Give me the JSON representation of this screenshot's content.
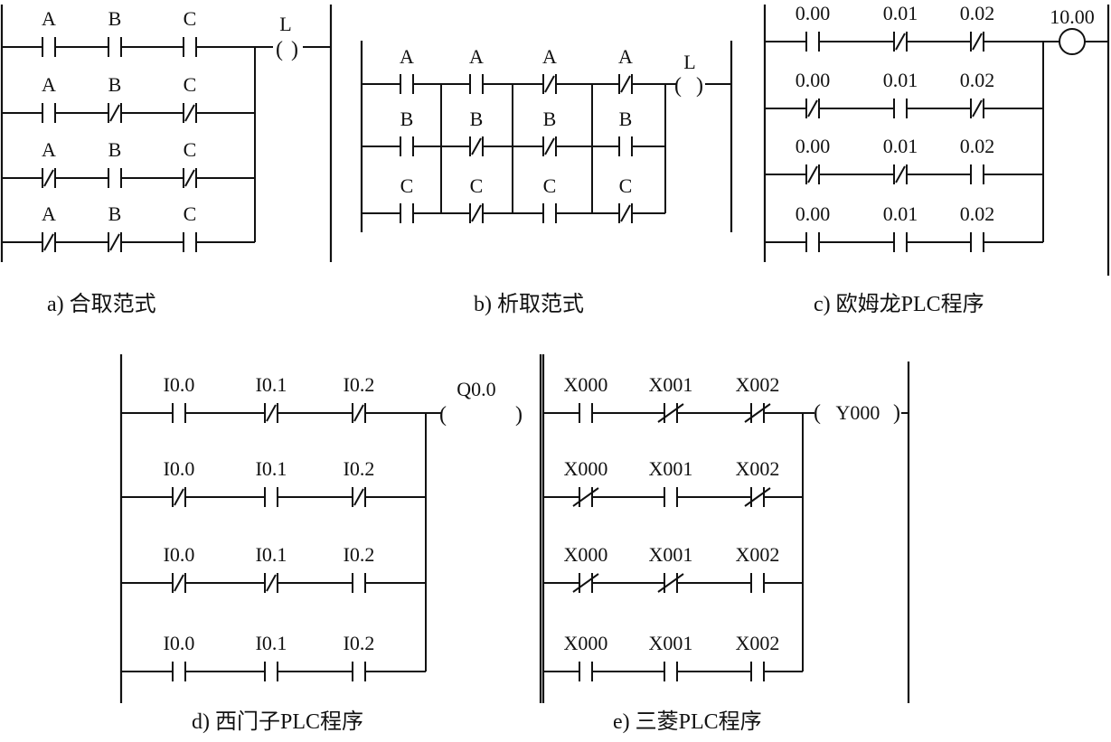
{
  "diagrams": [
    {
      "id": "a",
      "caption": "a) 合取范式",
      "style": "classic",
      "rungs": [
        [
          {
            "label": "A",
            "nc": false
          },
          {
            "label": "B",
            "nc": false
          },
          {
            "label": "C",
            "nc": false
          }
        ],
        [
          {
            "label": "A",
            "nc": false
          },
          {
            "label": "B",
            "nc": true
          },
          {
            "label": "C",
            "nc": true
          }
        ],
        [
          {
            "label": "A",
            "nc": true
          },
          {
            "label": "B",
            "nc": false
          },
          {
            "label": "C",
            "nc": true
          }
        ],
        [
          {
            "label": "A",
            "nc": true
          },
          {
            "label": "B",
            "nc": true
          },
          {
            "label": "C",
            "nc": false
          }
        ]
      ],
      "output": {
        "label": "L",
        "shape": "paren-coil"
      }
    },
    {
      "id": "b",
      "caption": "b) 析取范式",
      "style": "classic",
      "columns": [
        [
          {
            "label": "A",
            "nc": false
          },
          {
            "label": "B",
            "nc": false
          },
          {
            "label": "C",
            "nc": false
          }
        ],
        [
          {
            "label": "A",
            "nc": false
          },
          {
            "label": "B",
            "nc": true
          },
          {
            "label": "C",
            "nc": true
          }
        ],
        [
          {
            "label": "A",
            "nc": true
          },
          {
            "label": "B",
            "nc": true
          },
          {
            "label": "C",
            "nc": false
          }
        ],
        [
          {
            "label": "A",
            "nc": true
          },
          {
            "label": "B",
            "nc": false
          },
          {
            "label": "C",
            "nc": true
          }
        ]
      ],
      "output": {
        "label": "L",
        "shape": "paren-coil"
      }
    },
    {
      "id": "c",
      "caption": "c) 欧姆龙PLC程序",
      "style": "classic",
      "rungs": [
        [
          {
            "label": "0.00",
            "nc": false
          },
          {
            "label": "0.01",
            "nc": true
          },
          {
            "label": "0.02",
            "nc": true
          }
        ],
        [
          {
            "label": "0.00",
            "nc": true
          },
          {
            "label": "0.01",
            "nc": false
          },
          {
            "label": "0.02",
            "nc": true
          }
        ],
        [
          {
            "label": "0.00",
            "nc": true
          },
          {
            "label": "0.01",
            "nc": true
          },
          {
            "label": "0.02",
            "nc": false
          }
        ],
        [
          {
            "label": "0.00",
            "nc": false
          },
          {
            "label": "0.01",
            "nc": false
          },
          {
            "label": "0.02",
            "nc": false
          }
        ]
      ],
      "output": {
        "label": "10.00",
        "shape": "circle-coil"
      }
    },
    {
      "id": "d",
      "caption": "d) 西门子PLC程序",
      "style": "classic",
      "rungs": [
        [
          {
            "label": "I0.0",
            "nc": false
          },
          {
            "label": "I0.1",
            "nc": true
          },
          {
            "label": "I0.2",
            "nc": true
          }
        ],
        [
          {
            "label": "I0.0",
            "nc": true
          },
          {
            "label": "I0.1",
            "nc": false
          },
          {
            "label": "I0.2",
            "nc": true
          }
        ],
        [
          {
            "label": "I0.0",
            "nc": true
          },
          {
            "label": "I0.1",
            "nc": true
          },
          {
            "label": "I0.2",
            "nc": false
          }
        ],
        [
          {
            "label": "I0.0",
            "nc": false
          },
          {
            "label": "I0.1",
            "nc": false
          },
          {
            "label": "I0.2",
            "nc": false
          }
        ]
      ],
      "output": {
        "label": "Q0.0",
        "shape": "wide-paren-coil"
      }
    },
    {
      "id": "e",
      "caption": "e) 三菱PLC程序",
      "style": "mitsubishi",
      "rungs": [
        [
          {
            "label": "X000",
            "nc": false
          },
          {
            "label": "X001",
            "nc": true
          },
          {
            "label": "X002",
            "nc": true
          }
        ],
        [
          {
            "label": "X000",
            "nc": true
          },
          {
            "label": "X001",
            "nc": false
          },
          {
            "label": "X002",
            "nc": true
          }
        ],
        [
          {
            "label": "X000",
            "nc": true
          },
          {
            "label": "X001",
            "nc": true
          },
          {
            "label": "X002",
            "nc": false
          }
        ],
        [
          {
            "label": "X000",
            "nc": false
          },
          {
            "label": "X001",
            "nc": false
          },
          {
            "label": "X002",
            "nc": false
          }
        ]
      ],
      "output": {
        "label": "Y000",
        "shape": "inline-paren-coil"
      }
    }
  ]
}
